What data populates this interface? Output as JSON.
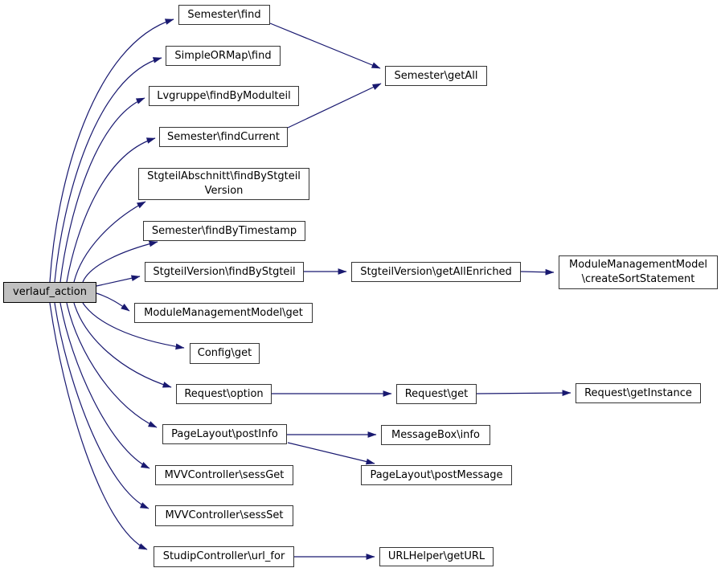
{
  "diagram": {
    "kind": "call-graph",
    "background_color": "#ffffff",
    "edge_color": "#191970",
    "node_border_color": "#353535",
    "node_fill_color": "#ffffff",
    "focus_node_fill_color": "#c0c0c0",
    "text_color": "#000000"
  },
  "nodes": {
    "verlauf_action": {
      "label": "verlauf_action",
      "focus": true
    },
    "semester_find": {
      "label": "Semester\\find"
    },
    "simpleormap_find": {
      "label": "SimpleORMap\\find"
    },
    "lvgruppe_findByModulteil": {
      "label": "Lvgruppe\\findByModulteil"
    },
    "semester_findCurrent": {
      "label": "Semester\\findCurrent"
    },
    "stgteilabschnitt_findByStgteilVersion": {
      "label": "StgteilAbschnitt\\findByStgteil\nVersion"
    },
    "semester_findByTimestamp": {
      "label": "Semester\\findByTimestamp"
    },
    "stgteilversion_findByStgteil": {
      "label": "StgteilVersion\\findByStgteil"
    },
    "modulemanagementmodel_get": {
      "label": "ModuleManagementModel\\get"
    },
    "config_get": {
      "label": "Config\\get"
    },
    "request_option": {
      "label": "Request\\option"
    },
    "pagelayout_postInfo": {
      "label": "PageLayout\\postInfo"
    },
    "mvvcontroller_sessGet": {
      "label": "MVVController\\sessGet"
    },
    "mvvcontroller_sessSet": {
      "label": "MVVController\\sessSet"
    },
    "studipcontroller_url_for": {
      "label": "StudipController\\url_for"
    },
    "semester_getAll": {
      "label": "Semester\\getAll"
    },
    "stgteilversion_getAllEnriched": {
      "label": "StgteilVersion\\getAllEnriched"
    },
    "request_get": {
      "label": "Request\\get"
    },
    "messagebox_info": {
      "label": "MessageBox\\info"
    },
    "pagelayout_postMessage": {
      "label": "PageLayout\\postMessage"
    },
    "urlhelper_getURL": {
      "label": "URLHelper\\getURL"
    },
    "modulemanagementmodel_createSortStatement": {
      "label": "ModuleManagementModel\n\\createSortStatement"
    },
    "request_getInstance": {
      "label": "Request\\getInstance"
    }
  },
  "edges": [
    {
      "from": "verlauf_action",
      "to": "semester_find"
    },
    {
      "from": "verlauf_action",
      "to": "simpleormap_find"
    },
    {
      "from": "verlauf_action",
      "to": "lvgruppe_findByModulteil"
    },
    {
      "from": "verlauf_action",
      "to": "semester_findCurrent"
    },
    {
      "from": "verlauf_action",
      "to": "stgteilabschnitt_findByStgteilVersion"
    },
    {
      "from": "verlauf_action",
      "to": "semester_findByTimestamp"
    },
    {
      "from": "verlauf_action",
      "to": "stgteilversion_findByStgteil"
    },
    {
      "from": "verlauf_action",
      "to": "modulemanagementmodel_get"
    },
    {
      "from": "verlauf_action",
      "to": "config_get"
    },
    {
      "from": "verlauf_action",
      "to": "request_option"
    },
    {
      "from": "verlauf_action",
      "to": "pagelayout_postInfo"
    },
    {
      "from": "verlauf_action",
      "to": "mvvcontroller_sessGet"
    },
    {
      "from": "verlauf_action",
      "to": "mvvcontroller_sessSet"
    },
    {
      "from": "verlauf_action",
      "to": "studipcontroller_url_for"
    },
    {
      "from": "semester_find",
      "to": "semester_getAll"
    },
    {
      "from": "semester_findCurrent",
      "to": "semester_getAll"
    },
    {
      "from": "stgteilversion_findByStgteil",
      "to": "stgteilversion_getAllEnriched"
    },
    {
      "from": "stgteilversion_getAllEnriched",
      "to": "modulemanagementmodel_createSortStatement"
    },
    {
      "from": "request_option",
      "to": "request_get"
    },
    {
      "from": "request_get",
      "to": "request_getInstance"
    },
    {
      "from": "pagelayout_postInfo",
      "to": "messagebox_info"
    },
    {
      "from": "pagelayout_postInfo",
      "to": "pagelayout_postMessage"
    },
    {
      "from": "studipcontroller_url_for",
      "to": "urlhelper_getURL"
    }
  ]
}
